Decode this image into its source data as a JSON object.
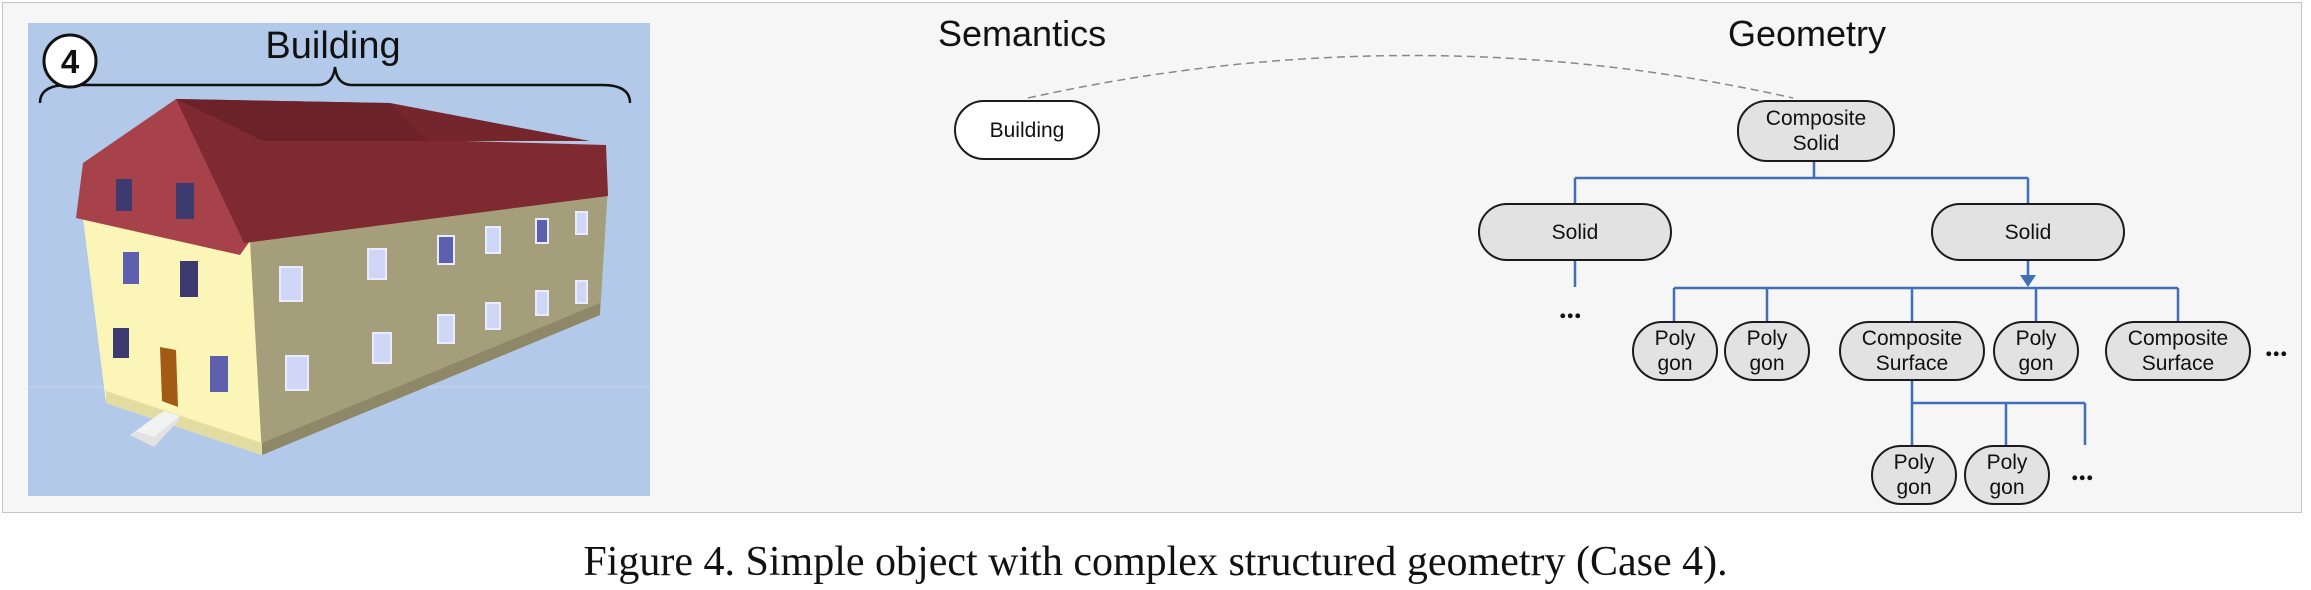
{
  "figure": {
    "badge": "4",
    "building_label": "Building",
    "semantics_title": "Semantics",
    "geometry_title": "Geometry",
    "caption": "Figure 4. Simple object with complex structured geometry (Case 4)."
  },
  "nodes": {
    "semantics_building": "Building",
    "composite_solid": [
      "Composite",
      "Solid"
    ],
    "solid_left": "Solid",
    "solid_right": "Solid",
    "polygon_1": [
      "Poly",
      "gon"
    ],
    "polygon_2": [
      "Poly",
      "gon"
    ],
    "composite_surface_1": [
      "Composite",
      "Surface"
    ],
    "polygon_3": [
      "Poly",
      "gon"
    ],
    "composite_surface_2": [
      "Composite",
      "Surface"
    ],
    "polygon_4": [
      "Poly",
      "gon"
    ],
    "polygon_5": [
      "Poly",
      "gon"
    ]
  },
  "ellipsis": "...",
  "colors": {
    "panel_background": "#f6f6f6",
    "sky": "#b3c9ea",
    "roof": "#8a2e34",
    "wall_front": "#fbf5b7",
    "wall_side": "#a59e7a",
    "tree_lines": "#3f6fb8",
    "node_fill": "#e2e2e2",
    "dashed_link": "#888888"
  }
}
